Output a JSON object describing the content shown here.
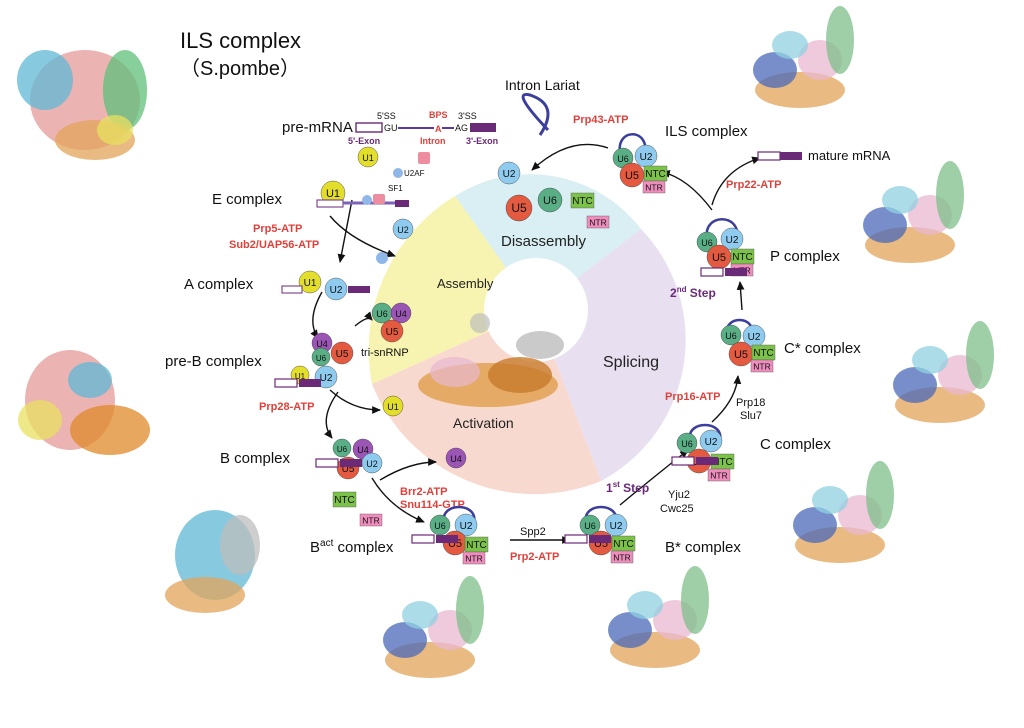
{
  "title": {
    "line1": "ILS complex",
    "line2": "（S.pombe）"
  },
  "colors": {
    "assembly": "#f7f3b0",
    "disassembly": "#d9eff4",
    "splicing": "#e8dff1",
    "activation": "#f8d9cf",
    "U1": "#e3dd2c",
    "U2": "#8fcbef",
    "U4": "#9b55b4",
    "U5": "#e35a40",
    "U6": "#5aae86",
    "NTC": "#7cc14a",
    "NTR": "#ef8dbd",
    "red_label": "#e0403a",
    "purple": "#6a2a78",
    "loop": "#3b3e9c"
  },
  "sectors": {
    "assembly": "Assembly",
    "disassembly": "Disassembly",
    "splicing": "Splicing",
    "activation": "Activation"
  },
  "stages": {
    "pre_mrna": "pre-mRNA",
    "e": "E complex",
    "a": "A complex",
    "pre_b": "pre-B complex",
    "b": "B complex",
    "bact": "B",
    "bact_sup": "act",
    "bact_tail": " complex",
    "b_star": "B* complex",
    "c": "C complex",
    "c_star": "C* complex",
    "p": "P complex",
    "ils": "ILS complex",
    "lariat": "Intron Lariat",
    "mature": "mature mRNA"
  },
  "pre_mrna_labels": {
    "ss5": "5'SS",
    "ss3": "3'SS",
    "bps": "BPS",
    "gu": "GU",
    "a": "A",
    "ag": "AG",
    "exon5": "5'-Exon",
    "intron": "Intron",
    "exon3": "3'-Exon",
    "u2af": "U2AF",
    "sf1": "SF1"
  },
  "factors": {
    "prp5": "Prp5-ATP",
    "sub2": "Sub2/UAP56-ATP",
    "prp28": "Prp28-ATP",
    "brr2": "Brr2-ATP",
    "snu114": "Snu114-GTP",
    "prp2": "Prp2-ATP",
    "spp2": "Spp2",
    "yju2": "Yju2",
    "cwc25": "Cwc25",
    "prp16": "Prp16-ATP",
    "prp18": "Prp18",
    "slu7": "Slu7",
    "prp22": "Prp22-ATP",
    "prp43": "Prp43-ATP",
    "tri_snrnp": "tri-snRNP"
  },
  "steps": {
    "first_num": "1",
    "first_sup": "st",
    "first_tail": " Step",
    "second_num": "2",
    "second_sup": "nd",
    "second_tail": " Step"
  },
  "snrnp_labels": {
    "U1": "U1",
    "U2": "U2",
    "U4": "U4",
    "U5": "U5",
    "U6": "U6",
    "NTC": "NTC",
    "NTR": "NTR"
  }
}
